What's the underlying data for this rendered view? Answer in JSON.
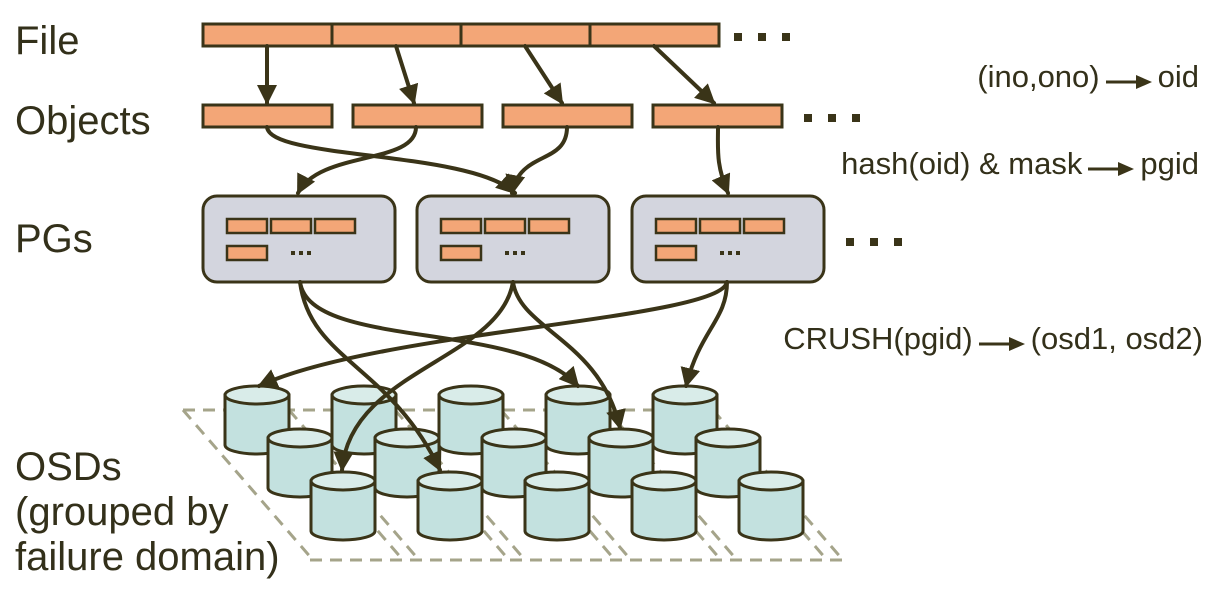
{
  "diagram": {
    "title": "Ceph data placement: File to Objects to PGs to OSDs",
    "layers": {
      "file": "File",
      "objects": "Objects",
      "pgs": "PGs",
      "osds_line1": "OSDs",
      "osds_line2": "(grouped by",
      "osds_line3": " failure domain)"
    },
    "mappings": [
      {
        "from": "(ino,ono)",
        "to": "oid"
      },
      {
        "from": "hash(oid) & mask",
        "to": "pgid"
      },
      {
        "from": "CRUSH(pgid)",
        "to": "(osd1, osd2)"
      }
    ],
    "counts": {
      "file_segments": 4,
      "objects": 4,
      "placement_groups": 3,
      "objects_per_pg_shown": 4,
      "osd_rows": 3,
      "osd_columns": 5
    },
    "ellipsis": "...",
    "colors": {
      "object_fill": "#f3a677",
      "stroke": "#3a3418",
      "pg_fill": "#d3d5de",
      "osd_fill": "#c3e1df",
      "osd_top": "#d9ece9",
      "grid_dash": "#a5a48a"
    }
  }
}
